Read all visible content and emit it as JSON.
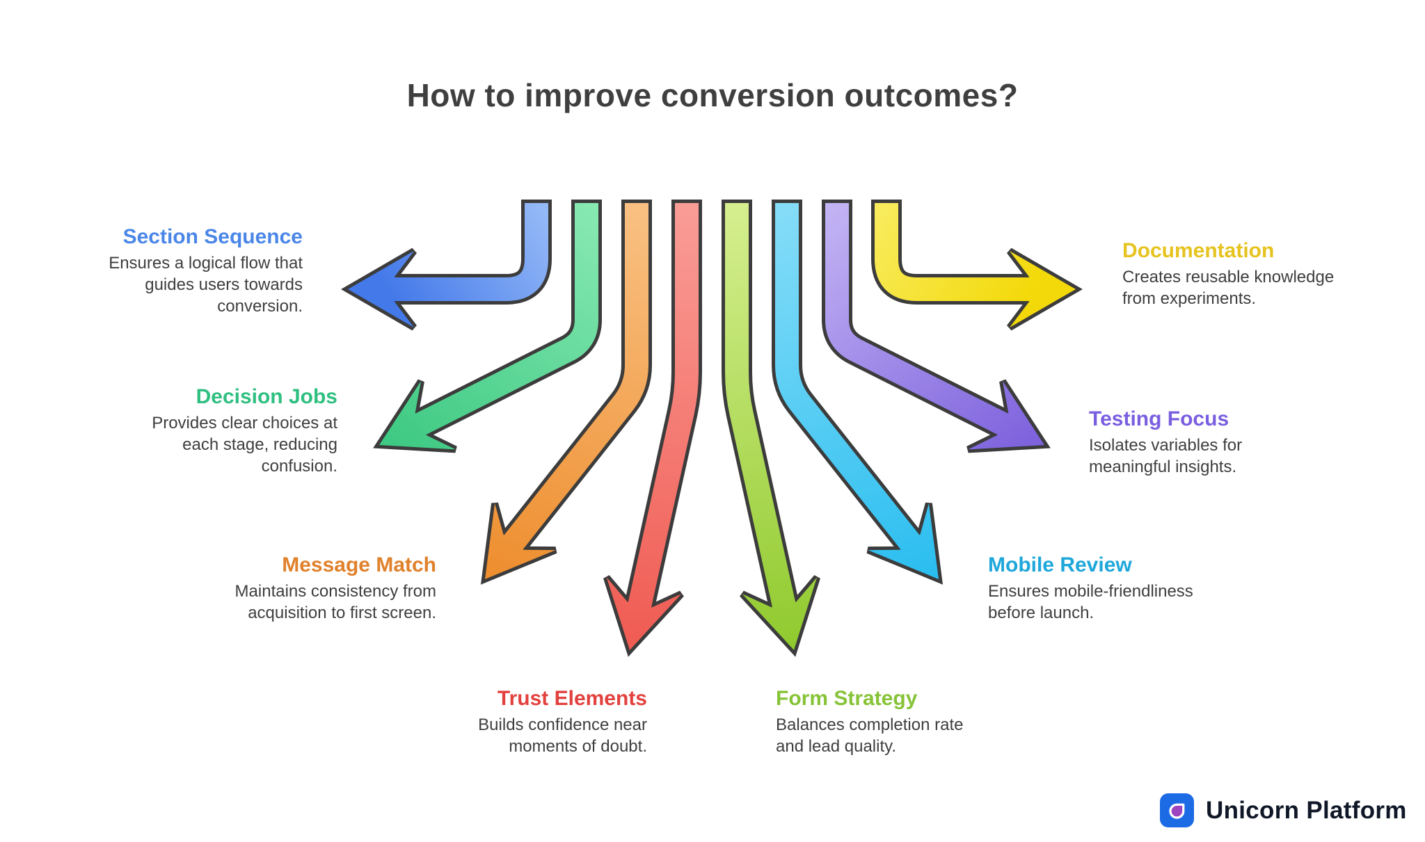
{
  "title": "How to improve conversion outcomes?",
  "items": [
    {
      "label": "Section Sequence",
      "description": "Ensures a logical flow that guides users towards conversion.",
      "color": "#4a86e8"
    },
    {
      "label": "Decision Jobs",
      "description": "Provides clear choices at each stage, reducing confusion.",
      "color": "#2fbf80"
    },
    {
      "label": "Message Match",
      "description": "Maintains consistency from acquisition to first screen.",
      "color": "#e0812c"
    },
    {
      "label": "Trust Elements",
      "description": "Builds confidence near moments of doubt.",
      "color": "#e2413e"
    },
    {
      "label": "Form Strategy",
      "description": "Balances completion rate and lead quality.",
      "color": "#86c337"
    },
    {
      "label": "Mobile Review",
      "description": "Ensures mobile-friendliness before launch.",
      "color": "#1ea7da"
    },
    {
      "label": "Testing Focus",
      "description": "Isolates variables for meaningful insights.",
      "color": "#7a5ee0"
    },
    {
      "label": "Documentation",
      "description": "Creates reusable knowledge from experiments.",
      "color": "#e6c31e"
    }
  ],
  "arrow_palette": {
    "outline": "#3c3c3c",
    "blue": [
      "#94b9f7",
      "#4479e9"
    ],
    "green": [
      "#88e9b2",
      "#3fca83"
    ],
    "orange": [
      "#f9c183",
      "#ee8e2f"
    ],
    "red": [
      "#fa9d97",
      "#ef5b52"
    ],
    "lime": [
      "#d6ef90",
      "#90ca2e"
    ],
    "cyan": [
      "#86ddf8",
      "#2bbef0"
    ],
    "purple": [
      "#c3b4f4",
      "#7e63dd"
    ],
    "yellow": [
      "#f8eb5c",
      "#f3d909"
    ]
  },
  "footer": {
    "brand": "Unicorn Platform",
    "logo_bg": "#1d6ae5",
    "logo_drop": "#9d44c0"
  }
}
